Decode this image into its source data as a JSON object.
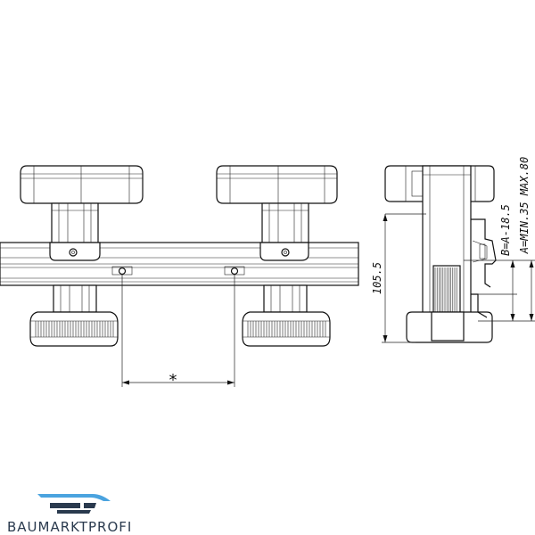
{
  "dimensions": {
    "height_label": "105.5",
    "b_label": "B=A-18.5",
    "a_label": "A=MIN.35 MAX.80",
    "spacing_label": "*"
  },
  "logo": {
    "text": "BAUMARKTPROFI",
    "colors": {
      "blue": "#4aa3df",
      "dark": "#2a3a4e"
    }
  }
}
